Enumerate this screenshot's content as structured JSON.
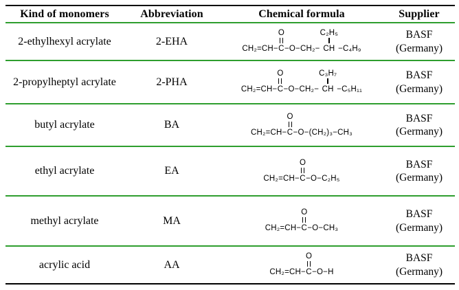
{
  "table": {
    "headers": [
      "Kind of monomers",
      "Abbreviation",
      "Chemical formula",
      "Supplier"
    ],
    "rows": [
      {
        "monomer": "2-ethylhexyl acrylate",
        "abbreviation": "2-EHA",
        "formula": [
          {
            "t": "CH₂=CH−"
          },
          {
            "t": "C",
            "above": "O",
            "bond": "double"
          },
          {
            "t": "−O−CH₂−"
          },
          {
            "t": "CH",
            "above": "C₂H₅",
            "bond": "single"
          },
          {
            "t": "−C₄H₉"
          }
        ],
        "supplier": [
          "BASF",
          "(Germany)"
        ]
      },
      {
        "monomer": "2-propylheptyl acrylate",
        "abbreviation": "2-PHA",
        "formula": [
          {
            "t": "CH₂=CH−"
          },
          {
            "t": "C",
            "above": "O",
            "bond": "double"
          },
          {
            "t": "−O−CH₂−"
          },
          {
            "t": "CH",
            "above": "C₃H₇",
            "bond": "single"
          },
          {
            "t": "−C₅H₁₁"
          }
        ],
        "supplier": [
          "BASF",
          "(Germany)"
        ]
      },
      {
        "monomer": "butyl acrylate",
        "abbreviation": "BA",
        "formula": [
          {
            "t": "CH₂=CH−"
          },
          {
            "t": "C",
            "above": "O",
            "bond": "double"
          },
          {
            "t": "−O−(CH₂)₃−CH₃"
          }
        ],
        "supplier": [
          "BASF",
          "(Germany)"
        ]
      },
      {
        "monomer": "ethyl acrylate",
        "abbreviation": "EA",
        "formula": [
          {
            "t": "CH₂=CH−"
          },
          {
            "t": "C",
            "above": "O",
            "bond": "double"
          },
          {
            "t": "−O−C₂H₅"
          }
        ],
        "supplier": [
          "BASF",
          "(Germany)"
        ]
      },
      {
        "monomer": "methyl acrylate",
        "abbreviation": "MA",
        "formula": [
          {
            "t": "CH₂=CH−"
          },
          {
            "t": "C",
            "above": "O",
            "bond": "double"
          },
          {
            "t": "−O−CH₃"
          }
        ],
        "supplier": [
          "BASF",
          "(Germany)"
        ]
      },
      {
        "monomer": "acrylic acid",
        "abbreviation": "AA",
        "formula": [
          {
            "t": "CH₂=CH−"
          },
          {
            "t": "C",
            "above": "O",
            "bond": "double"
          },
          {
            "t": "−O−H"
          }
        ],
        "supplier": [
          "BASF",
          "(Germany)"
        ]
      }
    ]
  },
  "colors": {
    "rule_green": "#2e9e2e",
    "rule_black": "#000000",
    "text": "#000000",
    "background": "#ffffff"
  }
}
